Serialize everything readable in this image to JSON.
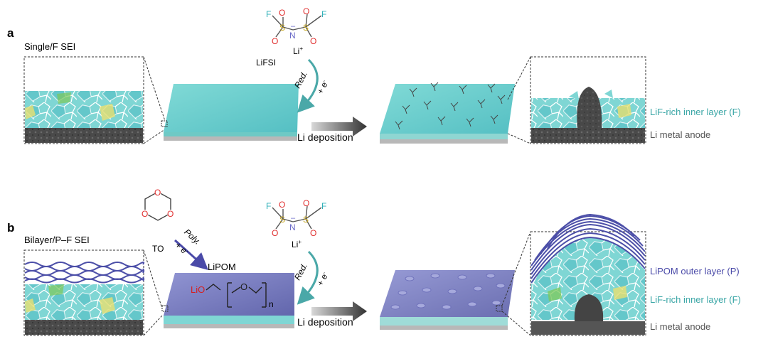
{
  "panel_a": {
    "letter": "a",
    "title": "Single/F SEI",
    "salt_name": "LiFSI",
    "cation": "Li",
    "cation_charge": "+",
    "reduction_label": "Red.",
    "electron_label": "+ e",
    "deposition_label": "Li deposition",
    "zoom_labels": [
      "LiF-rich inner layer (F)",
      "Li metal anode"
    ]
  },
  "panel_b": {
    "letter": "b",
    "title": "Bilayer/P–F SEI",
    "monomer_name": "TO",
    "salt_cation": "Li",
    "salt_charge": "+",
    "polymerization_label": "Poly.",
    "electron_label": "+ e",
    "polymer_name": "LiPOM",
    "polymer_end": "LiO",
    "polymer_o": "O",
    "polymer_n": "n",
    "reduction_label": "Red.",
    "electron_label_2": "+ e",
    "deposition_label": "Li deposition",
    "zoom_labels": [
      "LiPOM outer layer (P)",
      "LiF-rich inner layer (F)",
      "Li metal anode"
    ]
  },
  "fsi": {
    "f_left": "F",
    "f_right": "F",
    "s": "S",
    "n": "N",
    "charge": "–",
    "o": "O"
  },
  "colors": {
    "lif_teal": "#5fc8c6",
    "lipom_blue": "#4c4fa8",
    "anode_gray": "#555555",
    "cell_yellow": "#e8e070",
    "cell_green": "#7cc85a",
    "fluorine": "#2fb0b8",
    "sulfur": "#c8a820",
    "oxygen": "#e03030",
    "nitrogen": "#6a6ac8",
    "label_teal": "#3aa6a6",
    "label_blue": "#4a4aa8",
    "label_gray": "#555555",
    "red_text": "#d42020"
  }
}
